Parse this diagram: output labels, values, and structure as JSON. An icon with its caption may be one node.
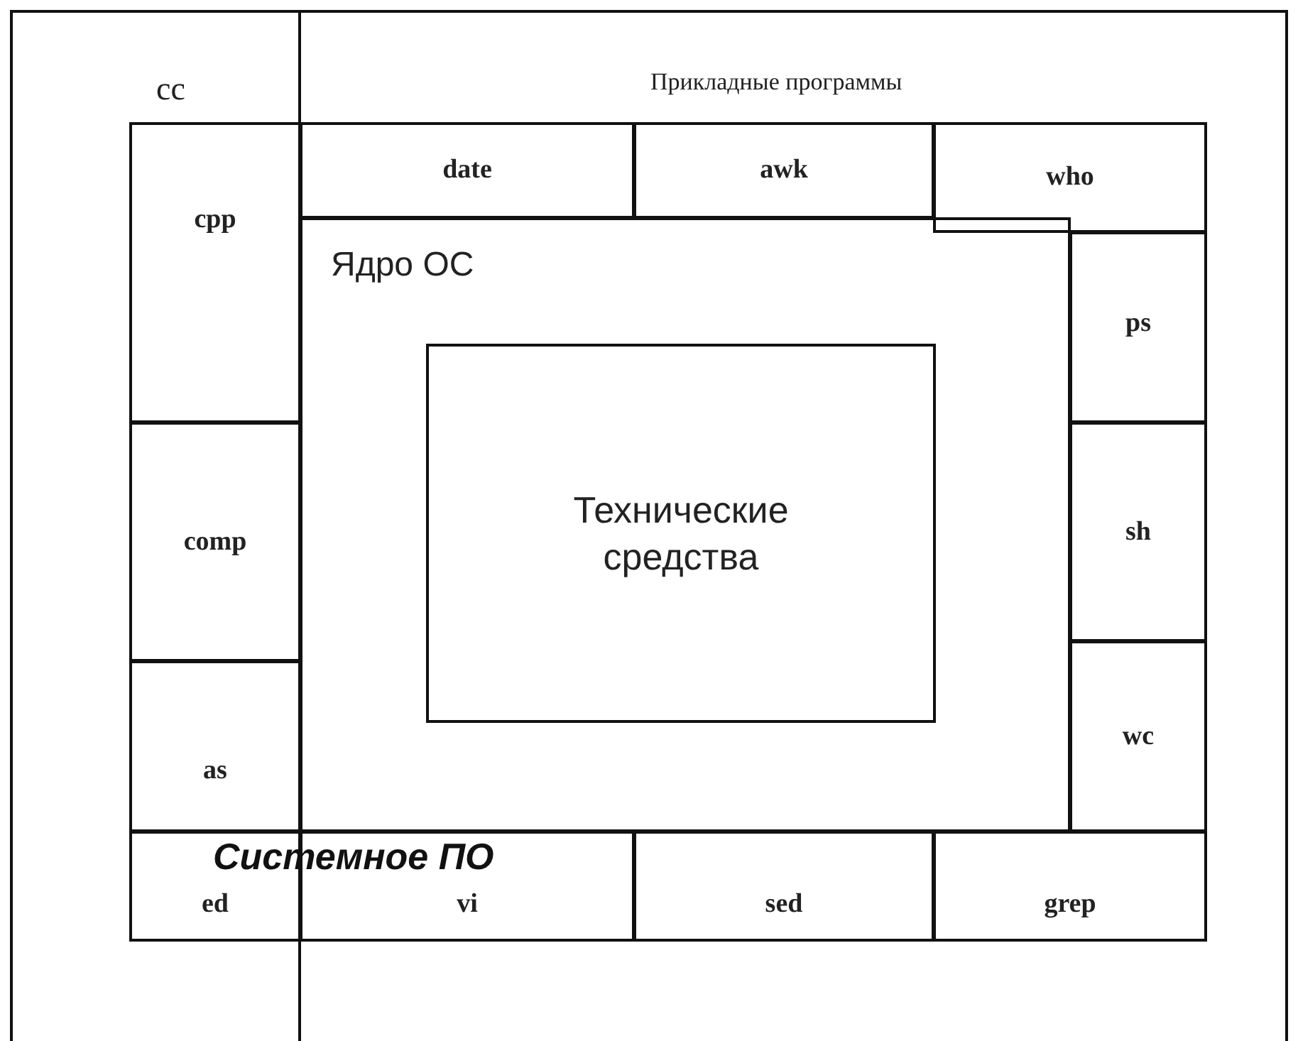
{
  "diagram": {
    "nodes": [
      {
        "text": [
          "date"
        ]
      },
      {
        "text": [
          "awk"
        ]
      },
      {
        "text": [
          "who"
        ]
      },
      {
        "text": [
          "cpp"
        ]
      },
      {
        "text": [
          "Ядро ОС"
        ]
      },
      {
        "text": [
          "ps"
        ]
      },
      {
        "text": [
          "Технические средства"
        ],
        "in": 4
      },
      {
        "text": [
          "comp"
        ]
      },
      {
        "text": [
          "sh"
        ]
      },
      {
        "text": [
          "as"
        ]
      },
      {
        "text": [
          "wc"
        ]
      },
      {
        "text": [
          "ed"
        ]
      },
      {
        "text": [
          "vi"
        ]
      },
      {
        "text": [
          "sed"
        ]
      },
      {
        "text": [
          "grep"
        ]
      }
    ],
    "labels": [
      "cc",
      "Прикладные программы",
      "Системное ПО"
    ]
  }
}
